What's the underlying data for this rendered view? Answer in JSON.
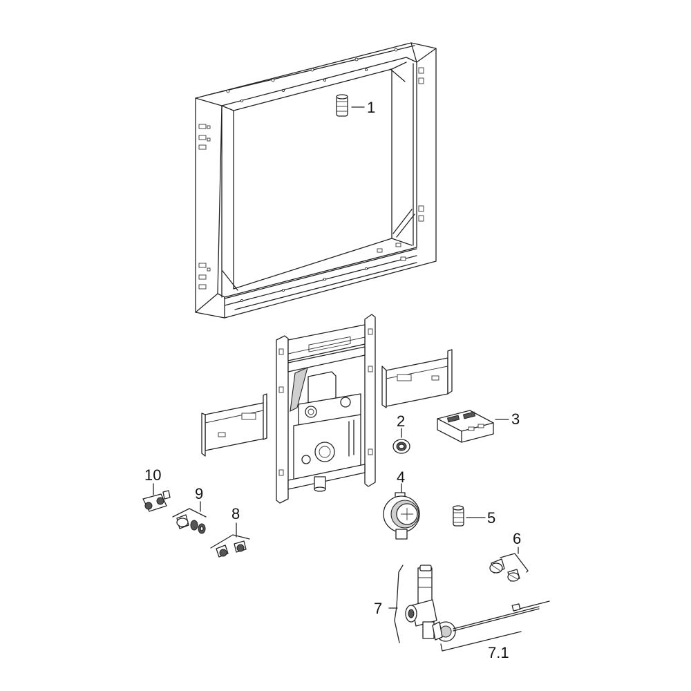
{
  "callouts": [
    {
      "id": "c1",
      "text": "1"
    },
    {
      "id": "c2",
      "text": "2"
    },
    {
      "id": "c3",
      "text": "3"
    },
    {
      "id": "c4",
      "text": "4"
    },
    {
      "id": "c5",
      "text": "5"
    },
    {
      "id": "c6",
      "text": "6"
    },
    {
      "id": "c7",
      "text": "7"
    },
    {
      "id": "c71",
      "text": "7.1"
    },
    {
      "id": "c8",
      "text": "8"
    },
    {
      "id": "c9",
      "text": "9"
    },
    {
      "id": "c10",
      "text": "10"
    }
  ]
}
